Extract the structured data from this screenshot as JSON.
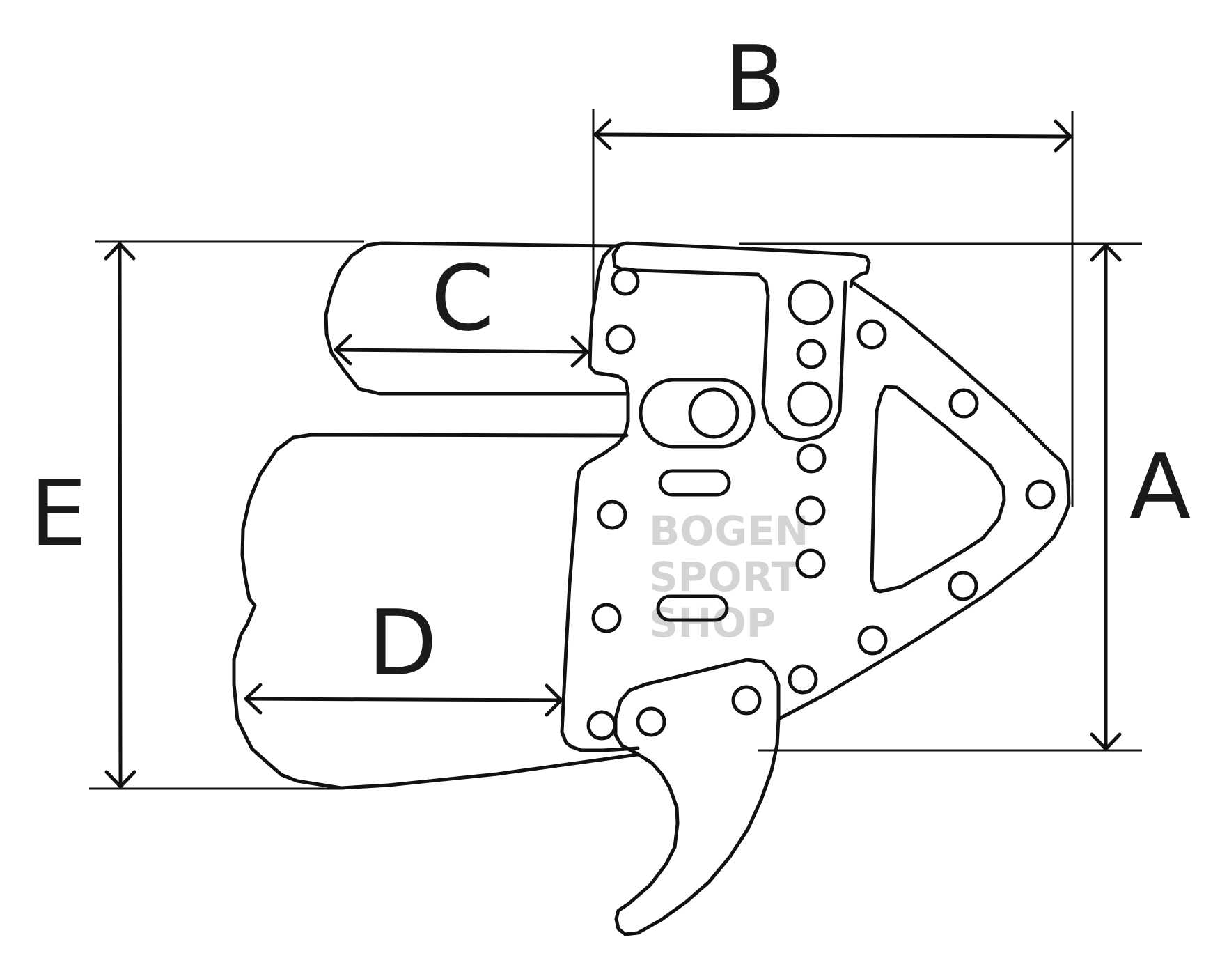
{
  "dimension_labels": {
    "a": "A",
    "b": "B",
    "c": "C",
    "d": "D",
    "e": "E"
  },
  "watermark": {
    "line1": "BOGEN",
    "line2": "SPORT",
    "line3": "SHOP"
  },
  "colors": {
    "line": "#111111",
    "watermark": "#d4d4d4",
    "background": "#ffffff"
  }
}
